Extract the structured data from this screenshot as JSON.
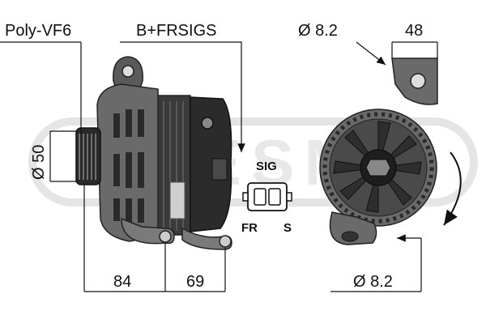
{
  "labels": {
    "pulley": "Poly-VF6",
    "terminal": "B+FRSIGS",
    "hole_dia_top": "Ø 8.2",
    "width_top": "48",
    "pulley_dia": "Ø 50",
    "dim_left": "84",
    "dim_right": "69",
    "hole_dia_bottom": "Ø 8.2"
  },
  "connector": {
    "sig": "SIG",
    "fr": "FR",
    "s": "S"
  },
  "watermark": "MESM",
  "colors": {
    "body_dark": "#2f2f2f",
    "body_mid": "#5a5a5a",
    "body_light": "#8a8a8a",
    "line": "#111111",
    "watermark": "#d6d6d6"
  }
}
